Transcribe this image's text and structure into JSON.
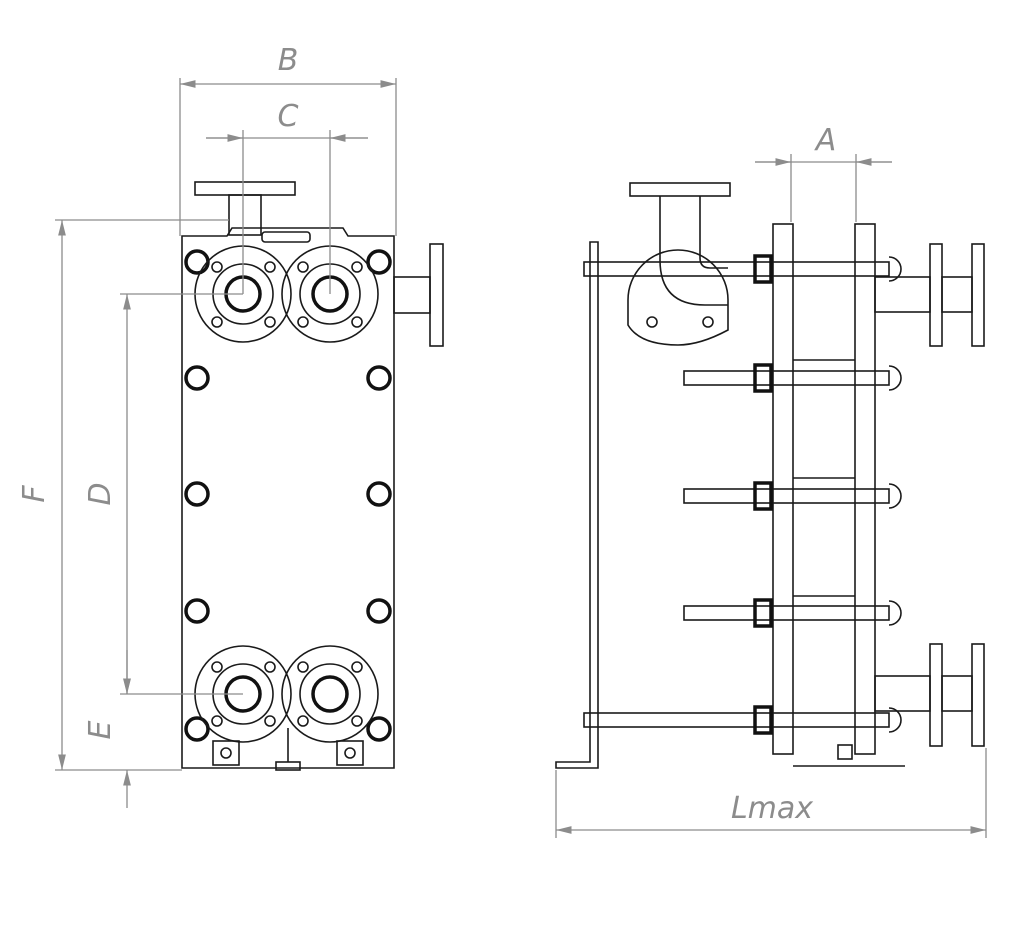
{
  "labels": {
    "B": "B",
    "C": "C",
    "A": "A",
    "F": "F",
    "D": "D",
    "E": "E",
    "Lmax": "Lmax"
  },
  "colors": {
    "line": "#1a1a1a",
    "dimension": "#8c8c8c",
    "background": "#ffffff"
  }
}
